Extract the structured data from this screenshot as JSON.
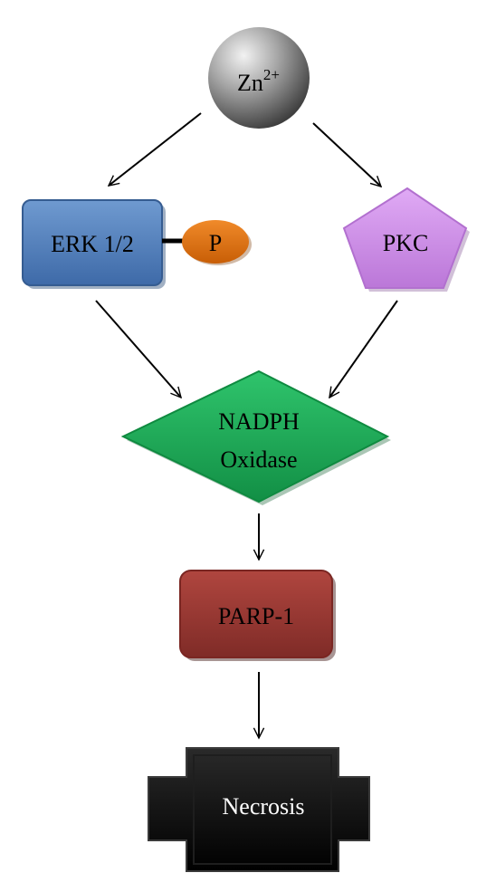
{
  "nodes": {
    "zinc": {
      "base": "Zn",
      "superscript": "2+"
    },
    "erk": {
      "label": "ERK 1/2"
    },
    "phospho": {
      "label": "P"
    },
    "pkc": {
      "label": "PKC"
    },
    "nadph": {
      "line1": "NADPH",
      "line2": "Oxidase"
    },
    "parp": {
      "label": "PARP-1"
    },
    "necrosis": {
      "label": "Necrosis"
    }
  },
  "colors": {
    "zinc": "#8e8e8e",
    "erk": "#4f7fbe",
    "phospho": "#e0700e",
    "pkc": "#cf8ee8",
    "nadph": "#1fae5a",
    "parp": "#9b3a35",
    "necrosis": "#080808",
    "arrow": "#000000"
  }
}
